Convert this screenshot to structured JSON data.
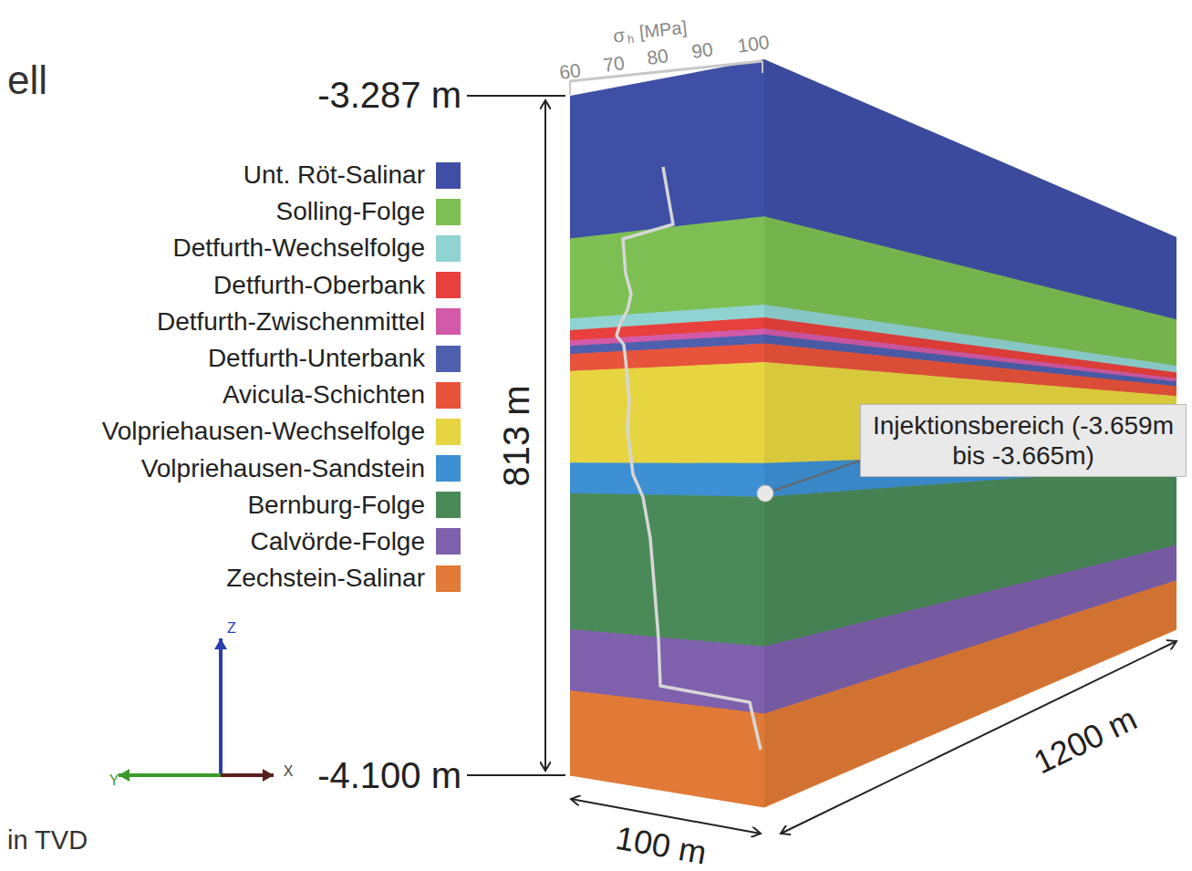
{
  "diagram": {
    "nodes": [
      {
        "text": [
          "Injektionsbereich (-3.659m bis -3.665m)"
        ]
      }
    ],
    "labels": [
      "ell",
      "in TVD",
      "-3.287 m",
      "-4.100 m",
      "813 m",
      "100 m",
      "1200 m",
      "σ",
      "h",
      "[MPa]",
      "60",
      "70",
      "80",
      "90",
      "100",
      "Z",
      "Y",
      "X"
    ],
    "legend": [
      {
        "text": "Unt. Röt-Salinar",
        "color": "#3f4fa6"
      },
      {
        "text": "Solling-Folge",
        "color": "#7dbf52"
      },
      {
        "text": "Detfurth-Wechselfolge",
        "color": "#8fd3d2"
      },
      {
        "text": "Detfurth-Oberbank",
        "color": "#e8403c"
      },
      {
        "text": "Detfurth-Zwischenmittel",
        "color": "#d35aa8"
      },
      {
        "text": "Detfurth-Unterbank",
        "color": "#4e5fae"
      },
      {
        "text": "Avicula-Schichten",
        "color": "#e8533b"
      },
      {
        "text": "Volpriehausen-Wechselfolge",
        "color": "#e6d540"
      },
      {
        "text": "Volpriehausen-Sandstein",
        "color": "#3d90d3"
      },
      {
        "text": "Bernburg-Folge",
        "color": "#4a8a58"
      },
      {
        "text": "Calvörde-Folge",
        "color": "#7e60ac"
      },
      {
        "text": "Zechstein-Salinar",
        "color": "#e07a36"
      }
    ]
  }
}
